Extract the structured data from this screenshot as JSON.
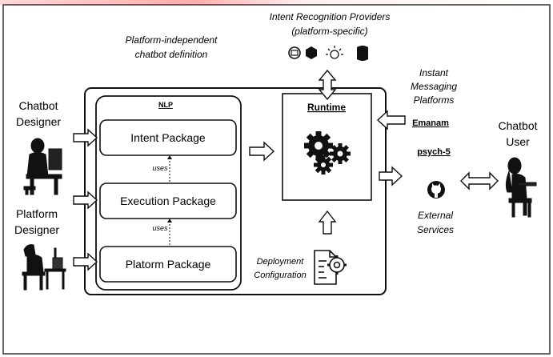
{
  "actors": {
    "chatbot_designer": [
      "Chatbot",
      "Designer"
    ],
    "platform_designer": [
      "Platform",
      "Designer"
    ],
    "chatbot_user": [
      "Chatbot",
      "User"
    ]
  },
  "labels": {
    "platform_independent": [
      "Platform-independent",
      "chatbot definition"
    ],
    "intent_providers": [
      "Intent Recognition Providers",
      "(platform-specific)"
    ],
    "instant_messaging": [
      "Instant",
      "Messaging",
      "Platforms"
    ],
    "external_services": [
      "External",
      "Services"
    ],
    "deployment": [
      "Deployment",
      "Configuration"
    ]
  },
  "nlp": {
    "title": "NLP",
    "packages": [
      "Intent Package",
      "Execution Package",
      "Platorm Package"
    ],
    "uses": "uses"
  },
  "runtime": {
    "title": "Runtime"
  },
  "platforms": [
    "Emanam",
    "psych-5"
  ],
  "colors": {
    "stroke": "#1a1a1a",
    "box_fill": "#ffffff",
    "package_fill": "#ffffff",
    "header_bar": [
      "#ff6b6b",
      "#ffffff"
    ]
  }
}
